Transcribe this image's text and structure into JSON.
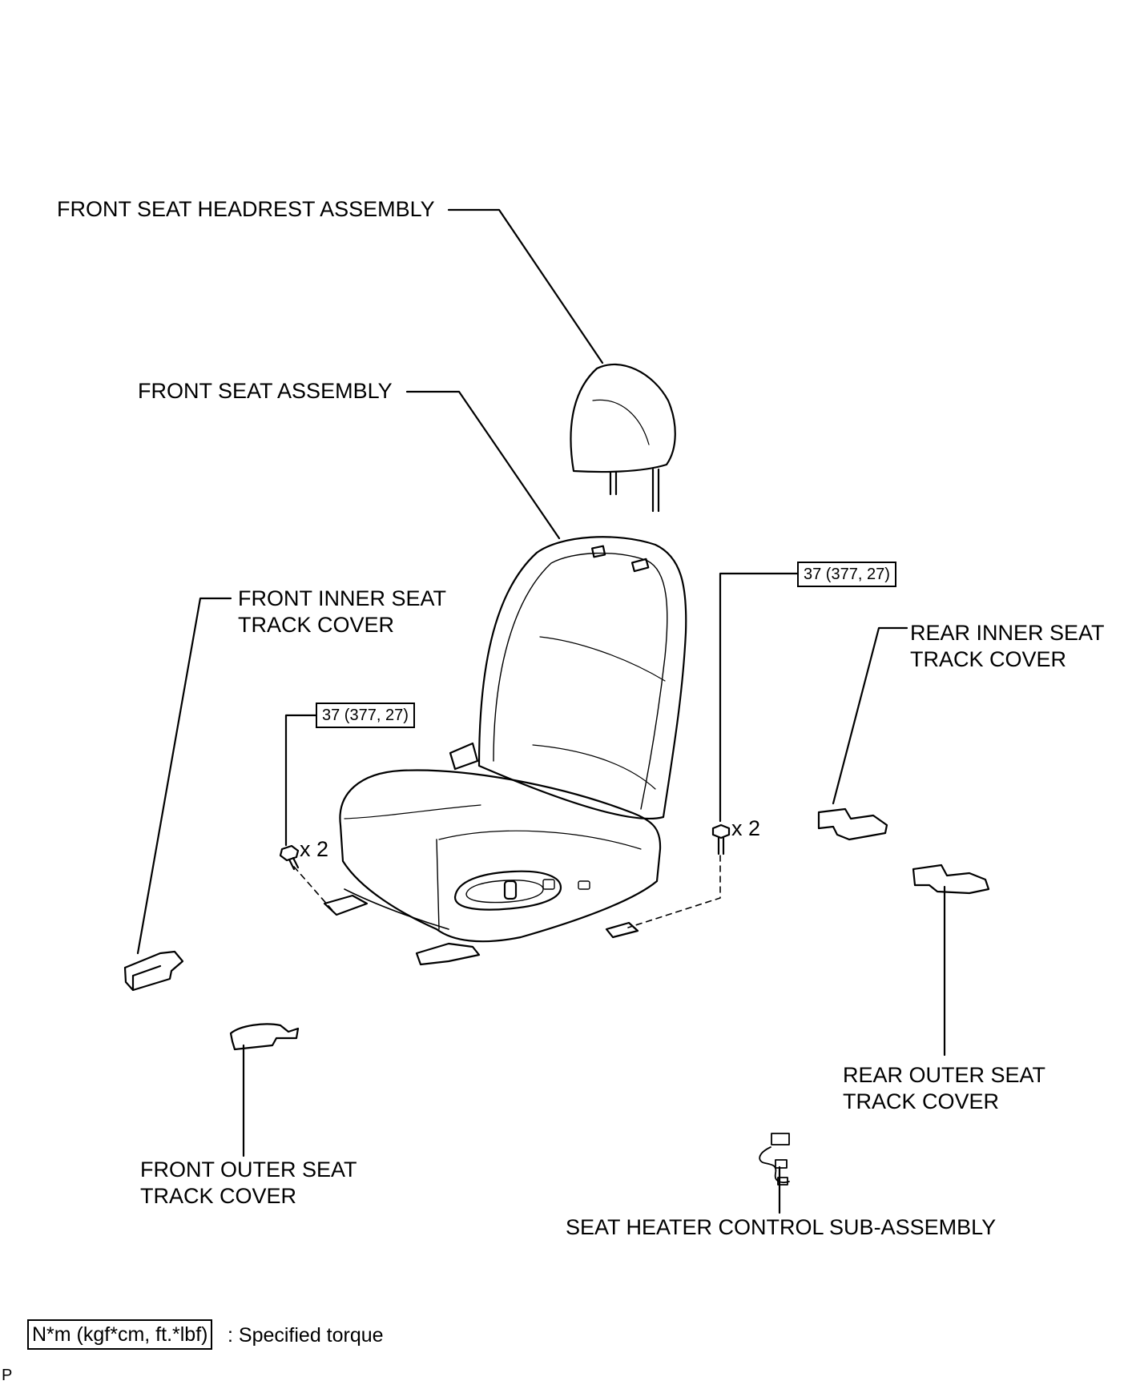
{
  "labels": {
    "headrest": "FRONT SEAT HEADREST ASSEMBLY",
    "seat": "FRONT SEAT ASSEMBLY",
    "front_inner_1": "FRONT INNER SEAT",
    "front_inner_2": "TRACK COVER",
    "rear_inner_1": "REAR INNER SEAT",
    "rear_inner_2": "TRACK COVER",
    "rear_outer_1": "REAR OUTER SEAT",
    "rear_outer_2": "TRACK COVER",
    "front_outer_1": "FRONT OUTER SEAT",
    "front_outer_2": "TRACK COVER",
    "heater": "SEAT HEATER CONTROL SUB-ASSEMBLY"
  },
  "torque": {
    "left": "37 (377, 27)",
    "right": "37 (377, 27)"
  },
  "bolt_qty": {
    "left": "x 2",
    "right": "x 2"
  },
  "legend": {
    "unit": "N*m (kgf*cm, ft.*lbf)",
    "text": ": Specified torque"
  },
  "footer": "P"
}
